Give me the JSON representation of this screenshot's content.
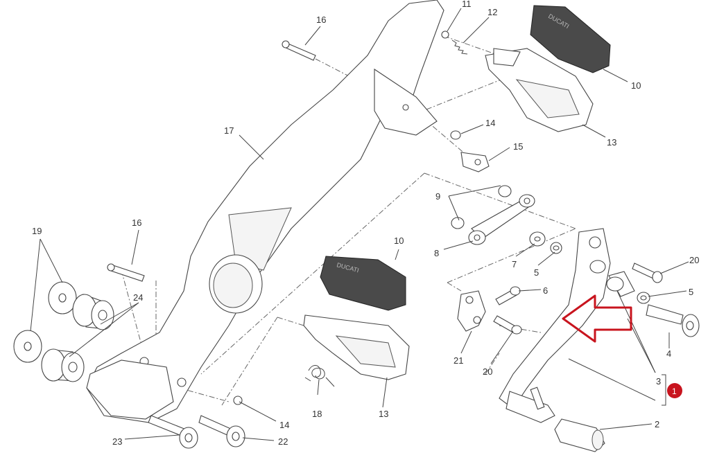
{
  "diagram": {
    "callouts": [
      {
        "id": "c1",
        "text": "1"
      },
      {
        "id": "c2",
        "text": "2"
      },
      {
        "id": "c3",
        "text": "3"
      },
      {
        "id": "c4",
        "text": "4"
      },
      {
        "id": "c5a",
        "text": "5"
      },
      {
        "id": "c5b",
        "text": "5"
      },
      {
        "id": "c6",
        "text": "6"
      },
      {
        "id": "c7",
        "text": "7"
      },
      {
        "id": "c8",
        "text": "8"
      },
      {
        "id": "c9",
        "text": "9"
      },
      {
        "id": "c10a",
        "text": "10"
      },
      {
        "id": "c10b",
        "text": "10"
      },
      {
        "id": "c11",
        "text": "11"
      },
      {
        "id": "c12",
        "text": "12"
      },
      {
        "id": "c13a",
        "text": "13"
      },
      {
        "id": "c13b",
        "text": "13"
      },
      {
        "id": "c14a",
        "text": "14"
      },
      {
        "id": "c14b",
        "text": "14"
      },
      {
        "id": "c15",
        "text": "15"
      },
      {
        "id": "c16a",
        "text": "16"
      },
      {
        "id": "c16b",
        "text": "16"
      },
      {
        "id": "c17",
        "text": "17"
      },
      {
        "id": "c18",
        "text": "18"
      },
      {
        "id": "c19",
        "text": "19"
      },
      {
        "id": "c20a",
        "text": "20"
      },
      {
        "id": "c20b",
        "text": "20"
      },
      {
        "id": "c21",
        "text": "21"
      },
      {
        "id": "c22",
        "text": "22"
      },
      {
        "id": "c23",
        "text": "23"
      },
      {
        "id": "c24",
        "text": "24"
      }
    ],
    "brand_text": "DUCATI",
    "colors": {
      "line": "#444444",
      "rubber": "#4a4a4a",
      "arrow": "#c8141e",
      "badge": "#c8141e"
    }
  }
}
